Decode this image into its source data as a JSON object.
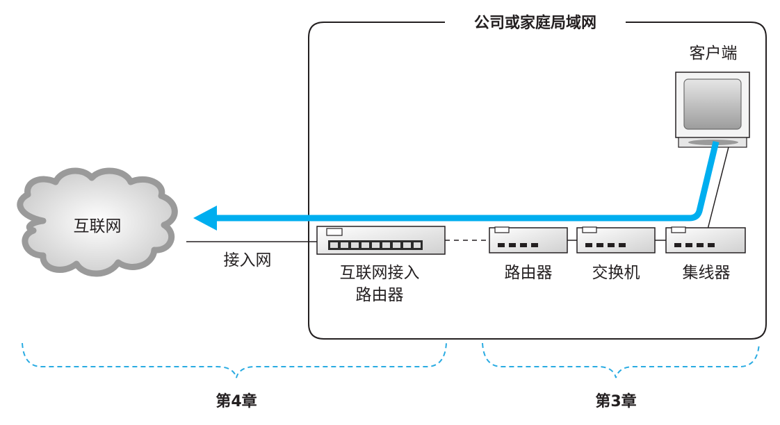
{
  "lan": {
    "title": "公司或家庭局域网"
  },
  "devices": {
    "client": {
      "label": "客户端"
    },
    "internet": {
      "label": "互联网"
    },
    "access_router": {
      "label_line1": "互联网接入",
      "label_line2": "路由器"
    },
    "router": {
      "label": "路由器"
    },
    "switch": {
      "label": "交换机"
    },
    "hub": {
      "label": "集线器"
    }
  },
  "links": {
    "access_network": "接入网"
  },
  "ranges": {
    "chapter4": {
      "label": "第4章"
    },
    "chapter3": {
      "label": "第3章"
    }
  },
  "colors": {
    "path_arrow": "#00aeef",
    "brace": "#29abe2",
    "outline": "#231f20",
    "device_fill": "#ebebeb",
    "cloud_fill": "#d9d9d9"
  }
}
